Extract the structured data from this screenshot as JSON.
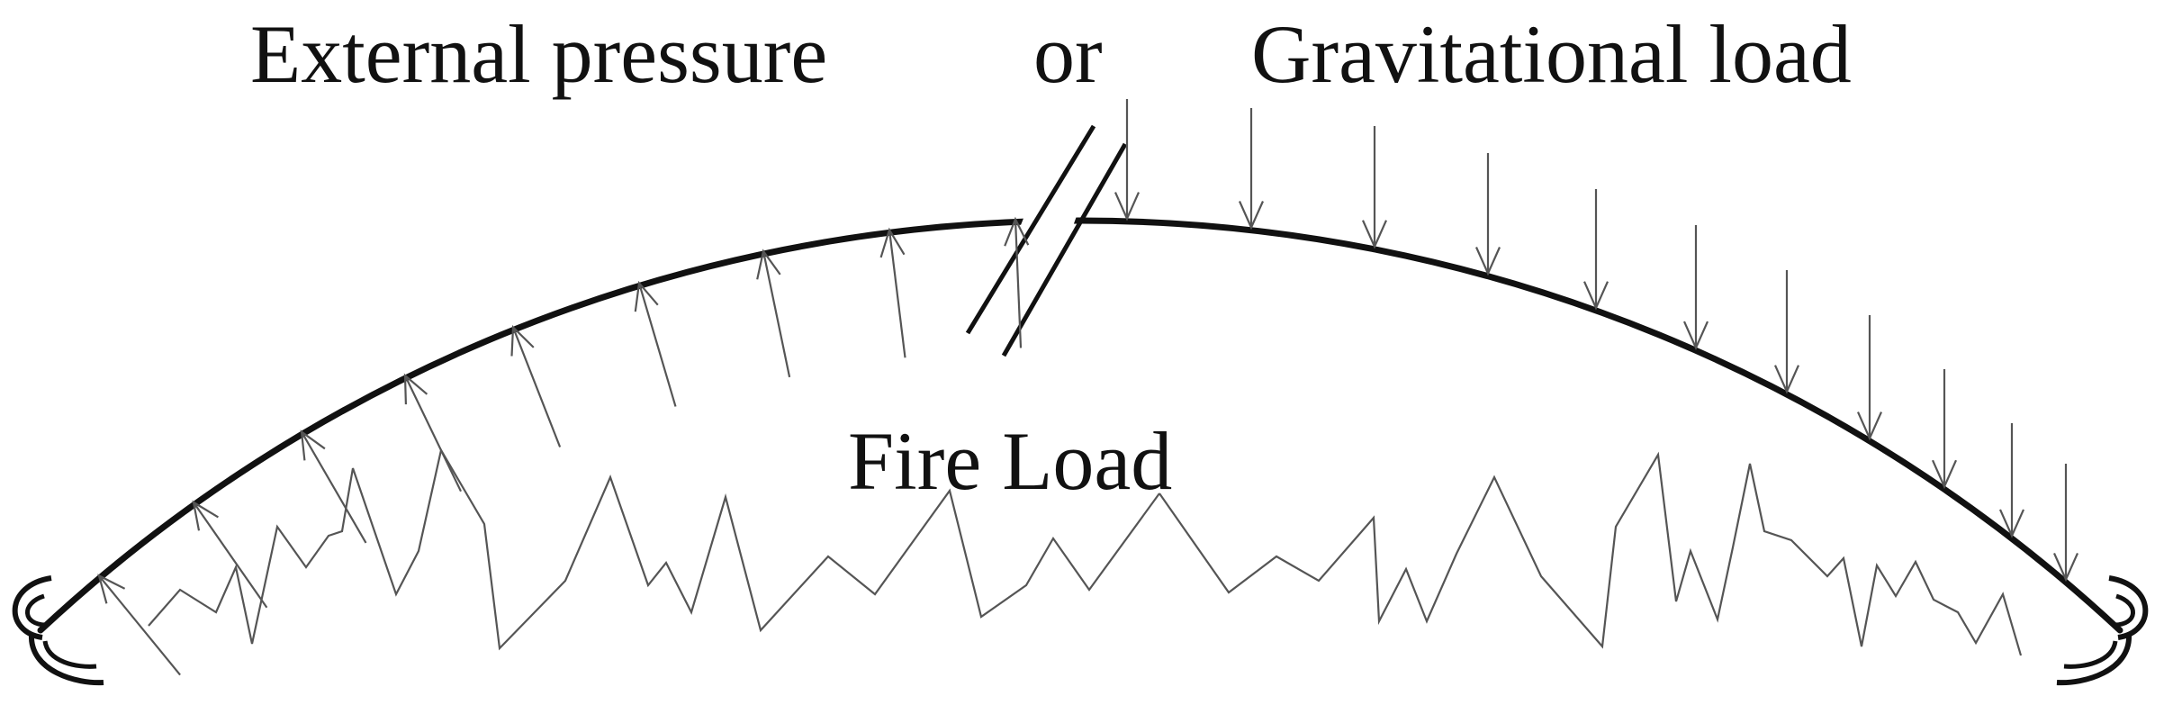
{
  "labels": {
    "external_pressure": "External pressure",
    "or": "or",
    "gravitational_load": "Gravitational load",
    "fire_load": "Fire Load"
  },
  "colors": {
    "ink": "#111111",
    "arrow": "#555555",
    "background": "#ffffff"
  }
}
